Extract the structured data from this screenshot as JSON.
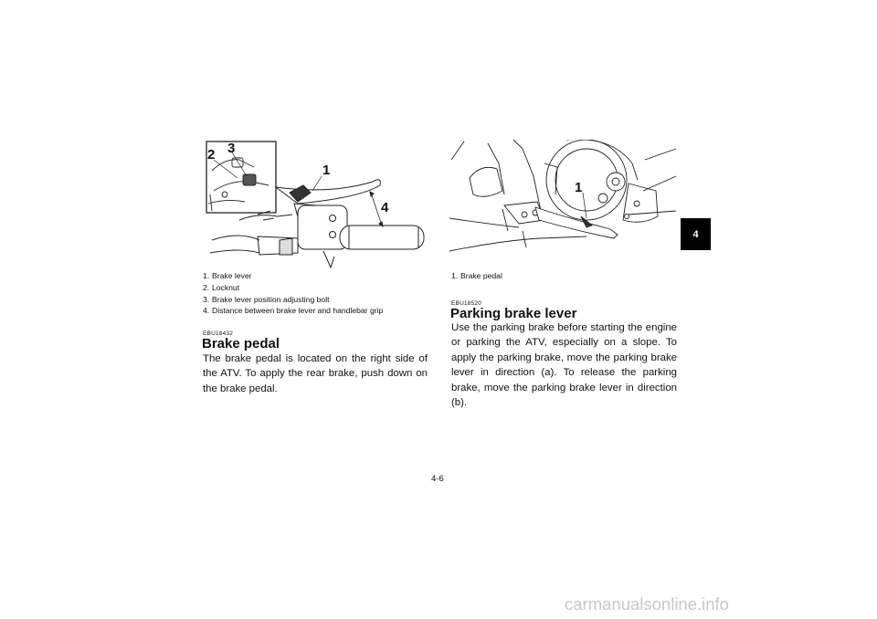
{
  "figure_left": {
    "callouts": [
      "1",
      "2",
      "3",
      "4"
    ],
    "captions": [
      {
        "num": "1.",
        "text": "Brake lever"
      },
      {
        "num": "2.",
        "text": "Locknut"
      },
      {
        "num": "3.",
        "text": "Brake lever position adjusting bolt"
      },
      {
        "num": "4.",
        "text": "Distance between brake lever and handlebar grip"
      }
    ]
  },
  "figure_right": {
    "callouts": [
      "1"
    ],
    "captions": [
      {
        "num": "1.",
        "text": "Brake pedal"
      }
    ]
  },
  "sections": [
    {
      "code": "EBU18432",
      "heading": "Brake pedal",
      "body": "The brake pedal is located on the right side of the ATV. To apply the rear brake, push down on the brake pedal."
    },
    {
      "code": "EBU18520",
      "heading": "Parking brake lever",
      "body": "Use the parking brake before starting the engine or parking the ATV, especially on a slope. To apply the parking brake, move the parking brake lever in direction (a). To release the parking brake, move the parking brake lever in direction (b)."
    }
  ],
  "chapter_tab": "4",
  "page_number": "4-6",
  "footer": "carmanualsonline.info"
}
